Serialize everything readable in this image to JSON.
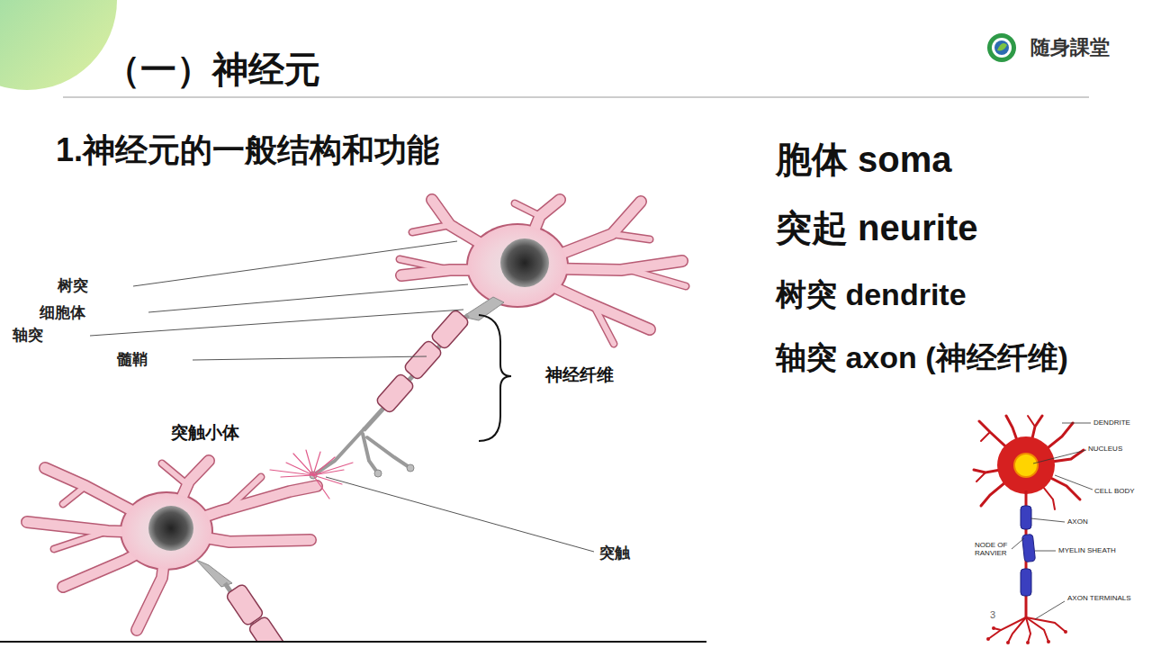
{
  "diagram": {
    "title": "（一）神经元",
    "labels": [
      "随身課堂",
      "1.神经元的一般结构和功能",
      "树突",
      "细胞体",
      "轴突",
      "髓鞘",
      "神经纤维",
      "突触小体",
      "突触",
      "胞体 soma",
      "突起 neurite",
      "树突 dendrite",
      "轴突 axon (神经纤维)",
      "DENDRITE",
      "NUCLEUS",
      "CELL BODY",
      "AXON",
      "NODE OF RANVIER",
      "MYELIN SHEATH",
      "AXON TERMINALS",
      "3"
    ]
  }
}
